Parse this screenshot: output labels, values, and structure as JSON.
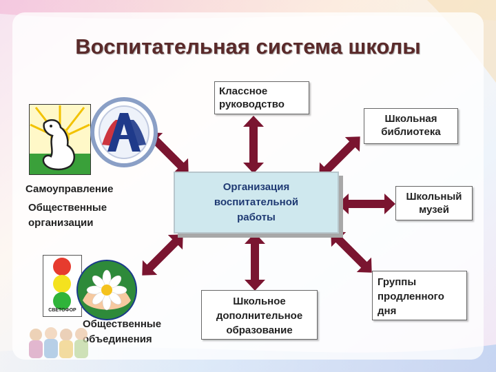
{
  "title": "Воспитательная система школы",
  "center": {
    "line1": "Организация",
    "line2": "воспитательной",
    "line3": "работы"
  },
  "boxes": {
    "class_guidance": {
      "line1": "Классное",
      "line2": "руководство"
    },
    "library": {
      "line1": "Школьная",
      "line2": "библиотека"
    },
    "museum": {
      "line1": "Школьный",
      "line2": "музей"
    },
    "extended_day": {
      "line1": "Группы",
      "line2": "продленного",
      "line3": "дня"
    },
    "additional_education": {
      "line1": "Школьное",
      "line2": "дополнительное",
      "line3": "образование"
    }
  },
  "left_labels": {
    "self_government": "Самоуправление",
    "public_orgs_1": "Общественные",
    "public_orgs_2": "организации",
    "public_assoc_1": "Общественные",
    "public_assoc_2": "объединения"
  },
  "images": {
    "traffic_light_caption": "СВЕТОФОР"
  },
  "colors": {
    "arrow": "#7a1530",
    "title": "#5a2a2a",
    "center_fill": "#cfe8ee",
    "center_text": "#1f3a73"
  }
}
